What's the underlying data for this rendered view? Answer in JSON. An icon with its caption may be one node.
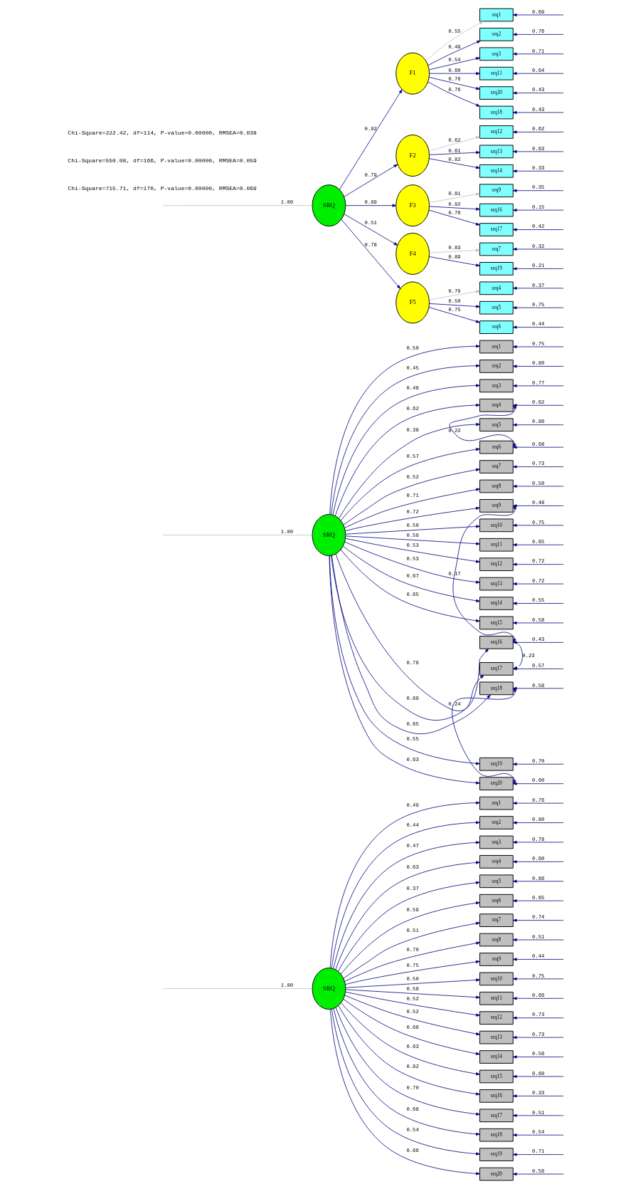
{
  "diagram": {
    "nodes": [
      {
        "text": [
          "SRQ"
        ]
      },
      {
        "text": [
          "srq1"
        ]
      },
      {
        "text": [
          "srq2"
        ]
      },
      {
        "text": [
          "srq3"
        ]
      },
      {
        "text": [
          "srq4"
        ]
      },
      {
        "text": [
          "srq5"
        ]
      },
      {
        "text": [
          "srq6"
        ]
      },
      {
        "text": [
          "srq7"
        ]
      },
      {
        "text": [
          "srq8"
        ]
      },
      {
        "text": [
          "srq9"
        ]
      },
      {
        "text": [
          "srq10"
        ]
      },
      {
        "text": [
          "srq11"
        ]
      },
      {
        "text": [
          "srq12"
        ]
      },
      {
        "text": [
          "srq13"
        ]
      },
      {
        "text": [
          "srq14"
        ]
      },
      {
        "text": [
          "srq15"
        ]
      },
      {
        "text": [
          "srq16"
        ]
      },
      {
        "text": [
          "srq17"
        ]
      },
      {
        "text": [
          "srq18"
        ]
      },
      {
        "text": [
          "srq19"
        ]
      },
      {
        "text": [
          "srq20"
        ]
      },
      {
        "text": [
          "SRQ"
        ]
      },
      {
        "text": [
          "srq1"
        ]
      },
      {
        "text": [
          "srq2"
        ]
      },
      {
        "text": [
          "srq3"
        ]
      },
      {
        "text": [
          "srq4"
        ]
      },
      {
        "text": [
          "srq5"
        ]
      },
      {
        "text": [
          "srq6"
        ]
      },
      {
        "text": [
          "srq7"
        ]
      },
      {
        "text": [
          "srq8"
        ]
      },
      {
        "text": [
          "srq9"
        ]
      },
      {
        "text": [
          "srq10"
        ]
      },
      {
        "text": [
          "srq11"
        ]
      },
      {
        "text": [
          "srq12"
        ]
      },
      {
        "text": [
          "srq13"
        ]
      },
      {
        "text": [
          "srq14"
        ]
      },
      {
        "text": [
          "srq15"
        ]
      },
      {
        "text": [
          "srq16"
        ]
      },
      {
        "text": [
          "srq17"
        ]
      },
      {
        "text": [
          "srq18"
        ]
      },
      {
        "text": [
          "srq19"
        ]
      },
      {
        "text": [
          "srq20"
        ]
      },
      {
        "text": [
          "SRQ"
        ]
      },
      {
        "text": [
          "F1"
        ]
      },
      {
        "text": [
          "F2"
        ]
      },
      {
        "text": [
          "F3"
        ]
      },
      {
        "text": [
          "F4"
        ]
      },
      {
        "text": [
          "F5"
        ]
      },
      {
        "text": [
          "srq1"
        ]
      },
      {
        "text": [
          "srq2"
        ]
      },
      {
        "text": [
          "srq3"
        ]
      },
      {
        "text": [
          "srq11"
        ]
      },
      {
        "text": [
          "srq20"
        ]
      },
      {
        "text": [
          "srq18"
        ]
      },
      {
        "text": [
          "srq12"
        ]
      },
      {
        "text": [
          "srq13"
        ]
      },
      {
        "text": [
          "srq14"
        ]
      },
      {
        "text": [
          "srq9"
        ]
      },
      {
        "text": [
          "srq16"
        ]
      },
      {
        "text": [
          "srq17"
        ]
      },
      {
        "text": [
          "srq7"
        ]
      },
      {
        "text": [
          "srq19"
        ]
      },
      {
        "text": [
          "srq4"
        ]
      },
      {
        "text": [
          "srq5"
        ]
      },
      {
        "text": [
          "srq6"
        ]
      }
    ],
    "edges": [
      {
        "from": 0,
        "to": null,
        "arrow": "none",
        "label": "1.00",
        "color": "#c0c0c0"
      },
      {
        "from": 0,
        "to": 1,
        "arrow": "to",
        "label": "0.49"
      },
      {
        "from": 0,
        "to": 2,
        "arrow": "to",
        "label": "0.44"
      },
      {
        "from": 0,
        "to": 3,
        "arrow": "to",
        "label": "0.47"
      },
      {
        "from": 0,
        "to": 4,
        "arrow": "to",
        "label": "0.63"
      },
      {
        "from": 0,
        "to": 5,
        "arrow": "to",
        "label": "0.37"
      },
      {
        "from": 0,
        "to": 6,
        "arrow": "to",
        "label": "0.59"
      },
      {
        "from": 0,
        "to": 7,
        "arrow": "to",
        "label": "0.51"
      },
      {
        "from": 0,
        "to": 8,
        "arrow": "to",
        "label": "0.70"
      },
      {
        "from": 0,
        "to": 9,
        "arrow": "to",
        "label": "0.75"
      },
      {
        "from": 0,
        "to": 10,
        "arrow": "to",
        "label": "0.50"
      },
      {
        "from": 0,
        "to": 11,
        "arrow": "to",
        "label": "0.58"
      },
      {
        "from": 0,
        "to": 12,
        "arrow": "to",
        "label": "0.52"
      },
      {
        "from": 0,
        "to": 13,
        "arrow": "to",
        "label": "0.52"
      },
      {
        "from": 0,
        "to": 14,
        "arrow": "to",
        "label": "0.66"
      },
      {
        "from": 0,
        "to": 15,
        "arrow": "to",
        "label": "0.63"
      },
      {
        "from": 0,
        "to": 16,
        "arrow": "to",
        "label": "0.82"
      },
      {
        "from": 0,
        "to": 17,
        "arrow": "to",
        "label": "0.70"
      },
      {
        "from": 0,
        "to": 18,
        "arrow": "to",
        "label": "0.68"
      },
      {
        "from": 0,
        "to": 19,
        "arrow": "to",
        "label": "0.54"
      },
      {
        "from": 0,
        "to": 20,
        "arrow": "to",
        "label": "0.66"
      },
      {
        "from": null,
        "to": 1,
        "arrow": "to",
        "label": "0.76"
      },
      {
        "from": null,
        "to": 2,
        "arrow": "to",
        "label": "0.80"
      },
      {
        "from": null,
        "to": 3,
        "arrow": "to",
        "label": "0.78"
      },
      {
        "from": null,
        "to": 4,
        "arrow": "to",
        "label": "0.60"
      },
      {
        "from": null,
        "to": 5,
        "arrow": "to",
        "label": "0.86"
      },
      {
        "from": null,
        "to": 6,
        "arrow": "to",
        "label": "0.65"
      },
      {
        "from": null,
        "to": 7,
        "arrow": "to",
        "label": "0.74"
      },
      {
        "from": null,
        "to": 8,
        "arrow": "to",
        "label": "0.51"
      },
      {
        "from": null,
        "to": 9,
        "arrow": "to",
        "label": "0.44"
      },
      {
        "from": null,
        "to": 10,
        "arrow": "to",
        "label": "0.75"
      },
      {
        "from": null,
        "to": 11,
        "arrow": "to",
        "label": "0.66"
      },
      {
        "from": null,
        "to": 12,
        "arrow": "to",
        "label": "0.73"
      },
      {
        "from": null,
        "to": 13,
        "arrow": "to",
        "label": "0.73"
      },
      {
        "from": null,
        "to": 14,
        "arrow": "to",
        "label": "0.56"
      },
      {
        "from": null,
        "to": 15,
        "arrow": "to",
        "label": "0.60"
      },
      {
        "from": null,
        "to": 16,
        "arrow": "to",
        "label": "0.33"
      },
      {
        "from": null,
        "to": 17,
        "arrow": "to",
        "label": "0.51"
      },
      {
        "from": null,
        "to": 18,
        "arrow": "to",
        "label": "0.54"
      },
      {
        "from": null,
        "to": 19,
        "arrow": "to",
        "label": "0.71"
      },
      {
        "from": null,
        "to": 20,
        "arrow": "to",
        "label": "0.56"
      },
      {
        "from": 21,
        "to": null,
        "arrow": "none",
        "label": "1.00",
        "color": "#c0c0c0"
      },
      {
        "from": 21,
        "to": 22,
        "arrow": "to",
        "label": "0.50"
      },
      {
        "from": 21,
        "to": 23,
        "arrow": "to",
        "label": "0.45"
      },
      {
        "from": 21,
        "to": 24,
        "arrow": "to",
        "label": "0.48"
      },
      {
        "from": 21,
        "to": 25,
        "arrow": "to",
        "label": "0.62"
      },
      {
        "from": 21,
        "to": 26,
        "arrow": "to",
        "label": "0.38"
      },
      {
        "from": 21,
        "to": 27,
        "arrow": "to",
        "label": "0.57"
      },
      {
        "from": 21,
        "to": 28,
        "arrow": "to",
        "label": "0.52"
      },
      {
        "from": 21,
        "to": 29,
        "arrow": "to",
        "label": "0.71"
      },
      {
        "from": 21,
        "to": 30,
        "arrow": "to",
        "label": "0.72"
      },
      {
        "from": 21,
        "to": 31,
        "arrow": "to",
        "label": "0.50"
      },
      {
        "from": 21,
        "to": 32,
        "arrow": "to",
        "label": "0.59"
      },
      {
        "from": 21,
        "to": 33,
        "arrow": "to",
        "label": "0.53"
      },
      {
        "from": 21,
        "to": 34,
        "arrow": "to",
        "label": "0.53"
      },
      {
        "from": 21,
        "to": 35,
        "arrow": "to",
        "label": "0.67"
      },
      {
        "from": 21,
        "to": 36,
        "arrow": "to",
        "label": "0.65"
      },
      {
        "from": 21,
        "to": 37,
        "arrow": "to",
        "label": "0.76"
      },
      {
        "from": 21,
        "to": 38,
        "arrow": "to",
        "label": "0.66"
      },
      {
        "from": 21,
        "to": 39,
        "arrow": "to",
        "label": "0.65"
      },
      {
        "from": 21,
        "to": 40,
        "arrow": "to",
        "label": "0.55"
      },
      {
        "from": 21,
        "to": 41,
        "arrow": "to",
        "label": "0.63"
      },
      {
        "from": null,
        "to": 22,
        "arrow": "to",
        "label": "0.75"
      },
      {
        "from": null,
        "to": 23,
        "arrow": "to",
        "label": "0.80"
      },
      {
        "from": null,
        "to": 24,
        "arrow": "to",
        "label": "0.77"
      },
      {
        "from": null,
        "to": 25,
        "arrow": "to",
        "label": "0.62"
      },
      {
        "from": null,
        "to": 26,
        "arrow": "to",
        "label": "0.86"
      },
      {
        "from": null,
        "to": 27,
        "arrow": "to",
        "label": "0.68"
      },
      {
        "from": null,
        "to": 28,
        "arrow": "to",
        "label": "0.73"
      },
      {
        "from": null,
        "to": 29,
        "arrow": "to",
        "label": "0.50"
      },
      {
        "from": null,
        "to": 30,
        "arrow": "to",
        "label": "0.48"
      },
      {
        "from": null,
        "to": 31,
        "arrow": "to",
        "label": "0.75"
      },
      {
        "from": null,
        "to": 32,
        "arrow": "to",
        "label": "0.65"
      },
      {
        "from": null,
        "to": 33,
        "arrow": "to",
        "label": "0.72"
      },
      {
        "from": null,
        "to": 34,
        "arrow": "to",
        "label": "0.72"
      },
      {
        "from": null,
        "to": 35,
        "arrow": "to",
        "label": "0.55"
      },
      {
        "from": null,
        "to": 36,
        "arrow": "to",
        "label": "0.58"
      },
      {
        "from": null,
        "to": 37,
        "arrow": "to",
        "label": "0.43"
      },
      {
        "from": null,
        "to": 38,
        "arrow": "to",
        "label": "0.57"
      },
      {
        "from": null,
        "to": 39,
        "arrow": "to",
        "label": "0.58"
      },
      {
        "from": null,
        "to": 40,
        "arrow": "to",
        "label": "0.70"
      },
      {
        "from": null,
        "to": 41,
        "arrow": "to",
        "label": "0.60"
      },
      {
        "from": 25,
        "to": 27,
        "arrow": "both",
        "label": "0.22"
      },
      {
        "from": 30,
        "to": 37,
        "arrow": "both",
        "label": "0.17"
      },
      {
        "from": 37,
        "to": 38,
        "arrow": "both",
        "label": "0.23"
      },
      {
        "from": 39,
        "to": 41,
        "arrow": "both",
        "label": "0.24"
      },
      {
        "from": 42,
        "to": null,
        "arrow": "none",
        "label": "1.00",
        "color": "#c0c0c0"
      },
      {
        "from": 42,
        "to": 43,
        "arrow": "to",
        "label": "0.82"
      },
      {
        "from": 42,
        "to": 44,
        "arrow": "to",
        "label": "0.79"
      },
      {
        "from": 42,
        "to": 45,
        "arrow": "to",
        "label": "0.89"
      },
      {
        "from": 42,
        "to": 46,
        "arrow": "to",
        "label": "0.51"
      },
      {
        "from": 42,
        "to": 47,
        "arrow": "to",
        "label": "0.78"
      },
      {
        "from": 43,
        "to": 48,
        "arrow": "to",
        "label": "0.55",
        "color": "#c0c0c0"
      },
      {
        "from": 43,
        "to": 49,
        "arrow": "to",
        "label": "0.49"
      },
      {
        "from": 43,
        "to": 50,
        "arrow": "to",
        "label": "0.54"
      },
      {
        "from": 43,
        "to": 51,
        "arrow": "to",
        "label": "0.60"
      },
      {
        "from": 43,
        "to": 52,
        "arrow": "to",
        "label": "0.76"
      },
      {
        "from": 43,
        "to": 53,
        "arrow": "to",
        "label": "0.76"
      },
      {
        "from": 44,
        "to": 54,
        "arrow": "to",
        "label": "0.62",
        "color": "#c0c0c0"
      },
      {
        "from": 44,
        "to": 55,
        "arrow": "to",
        "label": "0.61"
      },
      {
        "from": 44,
        "to": 56,
        "arrow": "to",
        "label": "0.82"
      },
      {
        "from": 45,
        "to": 57,
        "arrow": "to",
        "label": "0.81",
        "color": "#c0c0c0"
      },
      {
        "from": 45,
        "to": 58,
        "arrow": "to",
        "label": "0.92"
      },
      {
        "from": 45,
        "to": 59,
        "arrow": "to",
        "label": "0.76"
      },
      {
        "from": 46,
        "to": 60,
        "arrow": "to",
        "label": "0.83",
        "color": "#c0c0c0"
      },
      {
        "from": 46,
        "to": 61,
        "arrow": "to",
        "label": "0.89"
      },
      {
        "from": 47,
        "to": 62,
        "arrow": "to",
        "label": "0.79",
        "color": "#c0c0c0"
      },
      {
        "from": 47,
        "to": 63,
        "arrow": "to",
        "label": "0.50"
      },
      {
        "from": 47,
        "to": 64,
        "arrow": "to",
        "label": "0.75"
      },
      {
        "from": null,
        "to": 48,
        "arrow": "to",
        "label": "0.69"
      },
      {
        "from": null,
        "to": 49,
        "arrow": "to",
        "label": "0.76"
      },
      {
        "from": null,
        "to": 50,
        "arrow": "to",
        "label": "0.71"
      },
      {
        "from": null,
        "to": 51,
        "arrow": "to",
        "label": "0.64"
      },
      {
        "from": null,
        "to": 52,
        "arrow": "to",
        "label": "0.43"
      },
      {
        "from": null,
        "to": 53,
        "arrow": "to",
        "label": "0.43"
      },
      {
        "from": null,
        "to": 54,
        "arrow": "to",
        "label": "0.62"
      },
      {
        "from": null,
        "to": 55,
        "arrow": "to",
        "label": "0.63"
      },
      {
        "from": null,
        "to": 56,
        "arrow": "to",
        "label": "0.33"
      },
      {
        "from": null,
        "to": 57,
        "arrow": "to",
        "label": "0.35"
      },
      {
        "from": null,
        "to": 58,
        "arrow": "to",
        "label": "0.15"
      },
      {
        "from": null,
        "to": 59,
        "arrow": "to",
        "label": "0.42"
      },
      {
        "from": null,
        "to": 60,
        "arrow": "to",
        "label": "0.32"
      },
      {
        "from": null,
        "to": 61,
        "arrow": "to",
        "label": "0.21"
      },
      {
        "from": null,
        "to": 62,
        "arrow": "to",
        "label": "0.37"
      },
      {
        "from": null,
        "to": 63,
        "arrow": "to",
        "label": "0.75"
      },
      {
        "from": null,
        "to": 64,
        "arrow": "to",
        "label": "0.44"
      }
    ],
    "labels": [
      "Chi-Square=715.71, df=170, P-value=0.00000, RMSEA=0.069",
      "Chi-Square=550.08, df=166, P-value=0.00000, RMSEA=0.059",
      "Chi-Square=222.42, df=114, P-value=0.00000, RMSEA=0.038"
    ]
  }
}
